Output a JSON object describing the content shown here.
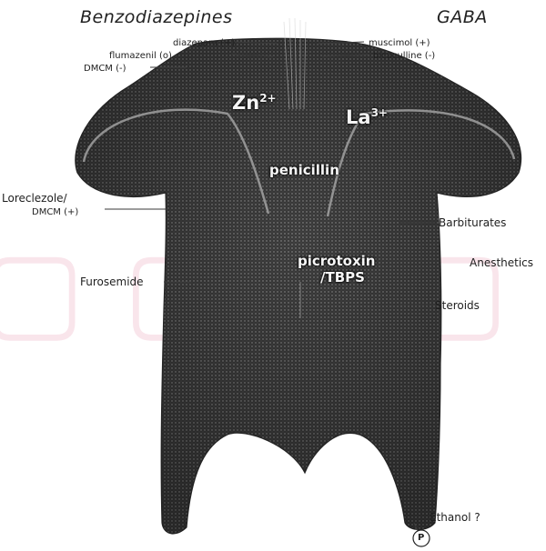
{
  "headers": {
    "left": "Benzodiazepines",
    "right": "GABA"
  },
  "benzo_ligands": [
    "diazepam (+)",
    "flumazenil (o)",
    "DMCM (-)"
  ],
  "gaba_ligands": [
    "muscimol (+)",
    "bicuculline (-)"
  ],
  "ions": {
    "zinc": {
      "symbol": "Zn",
      "charge": "2+"
    },
    "lanthanum": {
      "symbol": "La",
      "charge": "3+"
    }
  },
  "inner_sites": {
    "penicillin": "penicillin",
    "picrotoxin_1": "picrotoxin",
    "picrotoxin_2": "/TBPS"
  },
  "left_sites": {
    "loreclezole": "Loreclezole/",
    "dmcm": "DMCM (+)",
    "furosemide": "Furosemide"
  },
  "right_sites": {
    "barbiturates": "Barbiturates",
    "anesthetics": "Anesthetics",
    "steroids": "Steroids",
    "ethanol": "Ethanol ?",
    "phospho": "P"
  },
  "colors": {
    "receptor_fill": "#3c3c3c",
    "receptor_highlight": "#8a8a8a",
    "text": "#1a1a1a",
    "watermark": "#f5d0dc"
  }
}
